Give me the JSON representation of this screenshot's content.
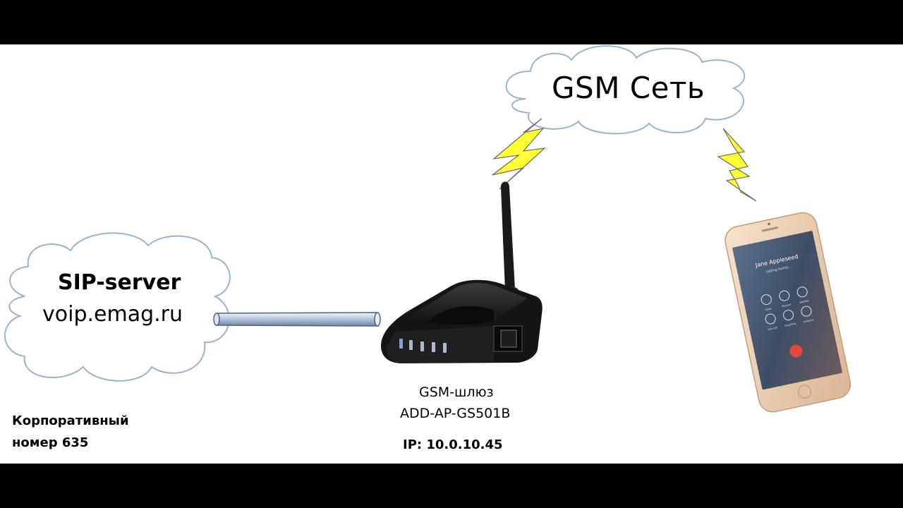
{
  "gsm_network": {
    "label": "GSM Сеть"
  },
  "sip_server": {
    "title": "SIP-server",
    "host": "voip.emag.ru"
  },
  "gateway": {
    "label_line1": "GSM-шлюз",
    "label_line2": "ADD-AP-GS501B",
    "ip": "IP: 10.0.10.45"
  },
  "corporate": {
    "line1": "Корпоративный",
    "line2": "номер 635"
  },
  "phone_screen": {
    "caller": "Jane Appleseed",
    "status": "calling home...",
    "buttons": [
      "mute",
      "keypad",
      "speaker",
      "add call",
      "FaceTime",
      "contacts"
    ]
  },
  "colors": {
    "background": "#ffffff",
    "letterbox": "#000000",
    "cloud_stroke": "#9bb3d0",
    "lightning_fill": "#ffff33",
    "cable": "#b7c7dd",
    "end_call": "#e5483c"
  }
}
